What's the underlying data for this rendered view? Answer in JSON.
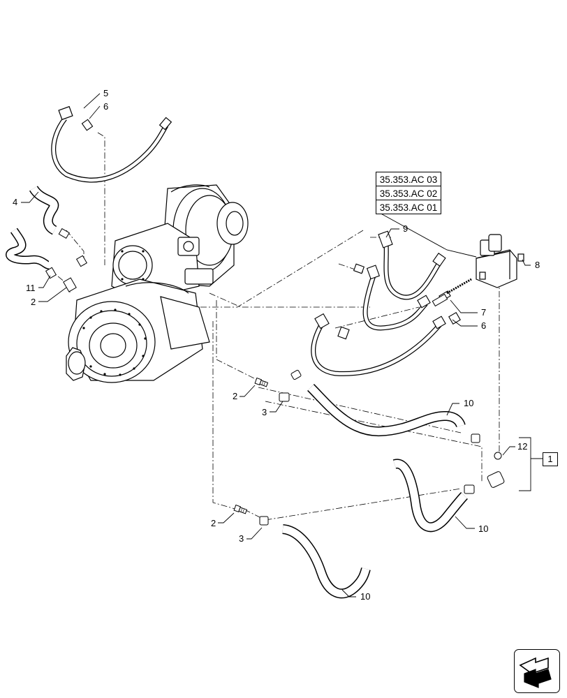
{
  "reference_boxes": [
    "35.353.AC 03",
    "35.353.AC 02",
    "35.353.AC 01"
  ],
  "group_label": "1",
  "callouts": {
    "c5": "5",
    "c6a": "6",
    "c4": "4",
    "c11": "11",
    "c2a": "2",
    "c9": "9",
    "c8": "8",
    "c7": "7",
    "c6b": "6",
    "c2b": "2",
    "c3a": "3",
    "c10a": "10",
    "c12": "12",
    "c10b": "10",
    "c2c": "2",
    "c3b": "3",
    "c10c": "10"
  },
  "nav_icon": "next-page-arrow-icon"
}
